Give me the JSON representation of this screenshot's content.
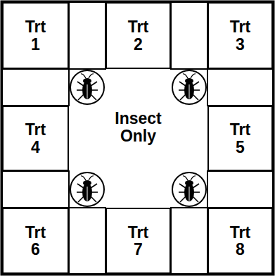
{
  "diagram": {
    "nodes": [
      {
        "text": [
          "Trt 1"
        ]
      },
      {
        "text": [
          "Trt 2"
        ]
      },
      {
        "text": [
          "Trt 3"
        ]
      },
      {
        "text": [
          "Trt 4"
        ]
      },
      {
        "text": [
          "Insect Only"
        ]
      },
      {
        "text": [
          "Trt 5"
        ]
      },
      {
        "text": [
          "Trt 6"
        ]
      },
      {
        "text": [
          "Trt 7"
        ]
      },
      {
        "text": [
          "Trt 8"
        ]
      }
    ]
  }
}
